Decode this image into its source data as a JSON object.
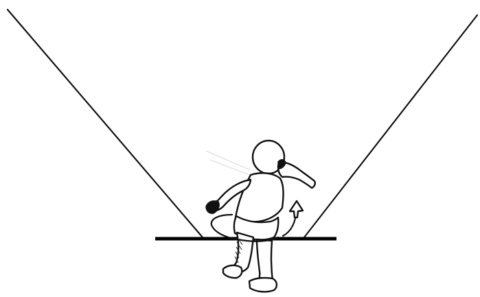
{
  "diagram": {
    "elements": [
      "left-ramp-line",
      "right-ramp-line",
      "baseline-segment",
      "person-figure",
      "motion-arrow"
    ],
    "colors": {
      "ink": "#111111",
      "background": "#ffffff"
    }
  }
}
